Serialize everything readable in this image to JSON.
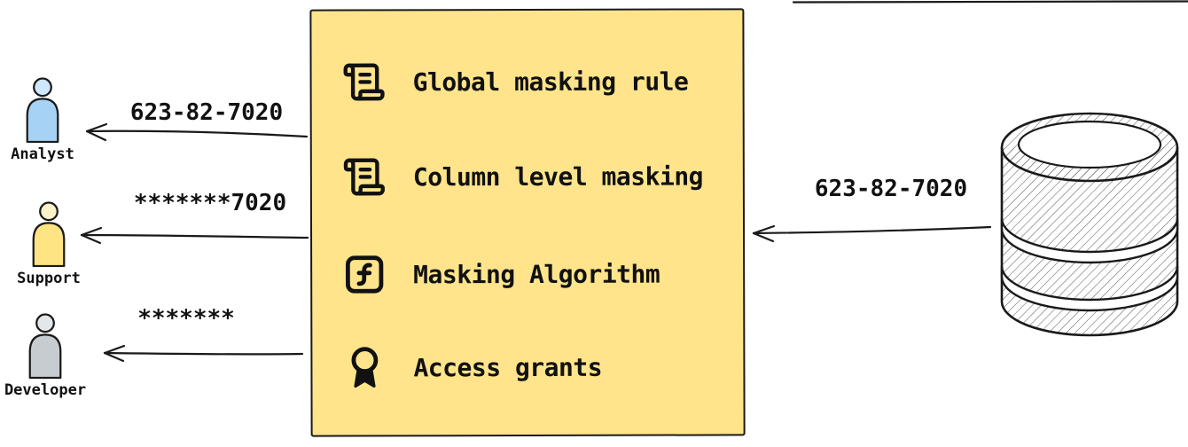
{
  "actors": [
    {
      "name": "Analyst",
      "received_value": "623-82-7020",
      "head_color": "#cfe7ff",
      "body_color": "#a6d2f5"
    },
    {
      "name": "Support",
      "received_value": "*******7020",
      "head_color": "#fdf2c8",
      "body_color": "#ffe483"
    },
    {
      "name": "Developer",
      "received_value": "*******",
      "head_color": "#e4e7ea",
      "body_color": "#c7ccd1"
    }
  ],
  "masking_box": {
    "bg_color": "#ffe48c",
    "border_color": "#1a1a1a",
    "items": [
      {
        "icon": "scroll-icon",
        "label": "Global masking rule"
      },
      {
        "icon": "scroll-icon",
        "label": "Column level masking"
      },
      {
        "icon": "function-icon",
        "label": "Masking Algorithm"
      },
      {
        "icon": "award-icon",
        "label": "Access grants"
      }
    ]
  },
  "database": {
    "icon": "database-icon",
    "outgoing_value": "623-82-7020"
  },
  "ink_color": "#1a1a1a"
}
